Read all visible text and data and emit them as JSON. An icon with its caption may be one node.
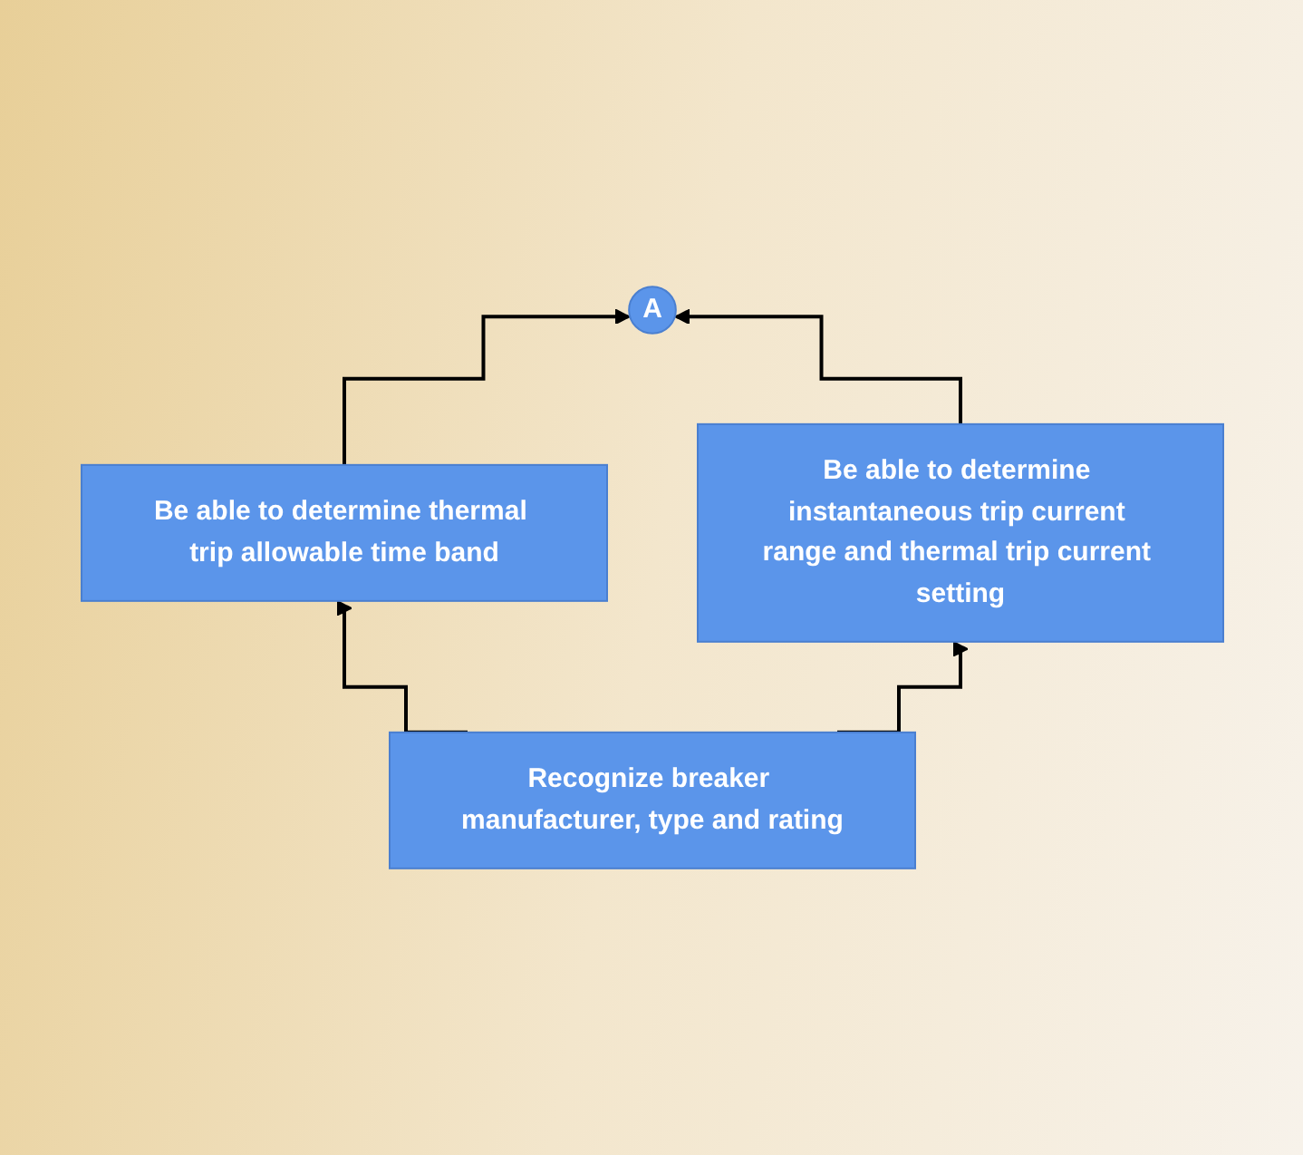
{
  "diagram": {
    "nodes": [
      {
        "text": [
          "A"
        ]
      },
      {
        "text": [
          "Be able to determine thermal trip allowable time band"
        ]
      },
      {
        "text": [
          "Be able to determine instantaneous trip current range and thermal trip current setting"
        ]
      },
      {
        "text": [
          "Recognize breaker manufacturer, type and rating"
        ]
      }
    ],
    "edges": [
      {
        "from": 3,
        "to": 1,
        "arrow": "to"
      },
      {
        "from": 3,
        "to": 2,
        "arrow": "to"
      },
      {
        "from": 1,
        "to": 0,
        "arrow": "to"
      },
      {
        "from": 2,
        "to": 0,
        "arrow": "to"
      }
    ]
  }
}
